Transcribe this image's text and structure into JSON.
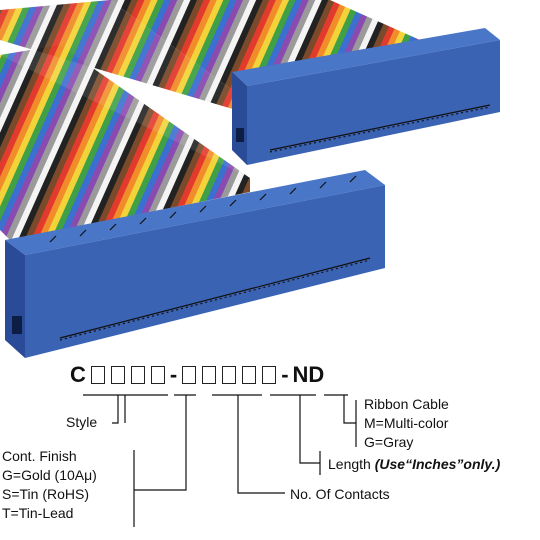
{
  "part_code": {
    "prefix": "C",
    "dash1": "-",
    "dash2": "-",
    "suffix": "ND"
  },
  "labels": {
    "style": "Style",
    "cont_finish_title": "Cont. Finish",
    "cont_finish_gold": "G=Gold (10Aμ)",
    "cont_finish_tin": "S=Tin (RoHS)",
    "cont_finish_tinlead": "T=Tin-Lead",
    "ribbon_cable": "Ribbon Cable",
    "multi_color": "M=Multi-color",
    "gray": "G=Gray",
    "length_prefix": "Length ",
    "length_note": "(Use“Inches”only.)",
    "contacts": "No. Of Contacts"
  },
  "colors": {
    "connector": "#3b63b3",
    "connector_dark": "#23428a",
    "ribbon": [
      "#7a4a2a",
      "#e23a2c",
      "#f08c2a",
      "#f2d43a",
      "#3fa045",
      "#3b6fd0",
      "#8a4bb0",
      "#9a9a9a",
      "#f4f4f4",
      "#222222"
    ]
  }
}
